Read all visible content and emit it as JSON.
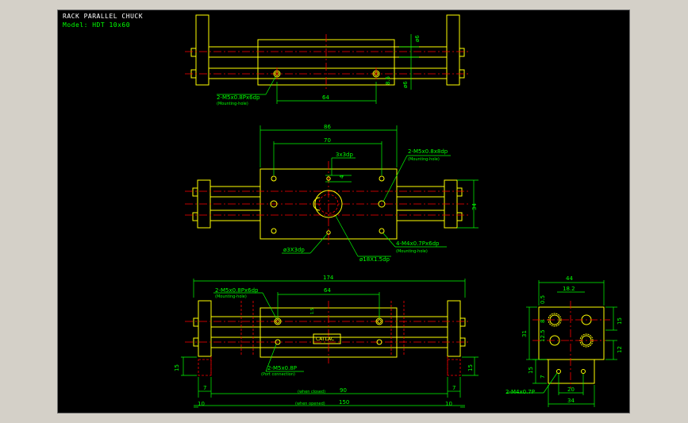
{
  "header": {
    "title": "RACK PARALLEL CHUCK",
    "model": "Model:  HDT 10x60"
  },
  "colors": {
    "background": "#000000",
    "outline": "#ffff00",
    "dimension": "#00ff00",
    "center": "#ff0000",
    "hidden": "#ff0000",
    "text": "#00ff00"
  },
  "top_view": {
    "dims": {
      "d1": "ø6",
      "d2": "ø6",
      "d3": "8.5",
      "w64": "64"
    },
    "callout": "2-M5x0.8Px6dp",
    "callout_sub": "(Mounting-hole)"
  },
  "middle_view": {
    "dims": {
      "d86": "86",
      "d70": "70",
      "d3x3": "3x3dp",
      "d4": "4",
      "d34": "34"
    },
    "callout1": "2-M5x0.8x8dp",
    "callout1_sub": "(Mounting-hole)",
    "callout2": "4-M4x0.7Px6dp",
    "callout2_sub": "(Mounting-hole)",
    "callout3": "ø3X3dp",
    "callout4": "ø18X1.5dp"
  },
  "bottom_view": {
    "dims": {
      "d174": "174",
      "d64": "64",
      "d15a": "15",
      "d15b": "15",
      "d7a": "7",
      "d7b": "7",
      "d10a": "10",
      "d10b": "10",
      "d90": "90",
      "d150": "150",
      "dside": "1.5"
    },
    "closed_note": "(when closed)",
    "opened_note": "(when opened)",
    "callout1": "2-M5x0.8Px6dp",
    "callout1_sub": "(Mounting-hole)",
    "callout2": "2-M5x0.8P",
    "callout2_sub": "(Port connection)",
    "logo": "CATLAC"
  },
  "side_view": {
    "dims": {
      "d44": "44",
      "d18": "18.2",
      "d05": "0.5",
      "d8": "8",
      "d125": "12.5",
      "d31": "31",
      "d15a": "15",
      "d12": "12",
      "d15b": "15",
      "d7": "7",
      "d20": "20",
      "d34": "34"
    },
    "callout": "2-M4x0.7P"
  }
}
